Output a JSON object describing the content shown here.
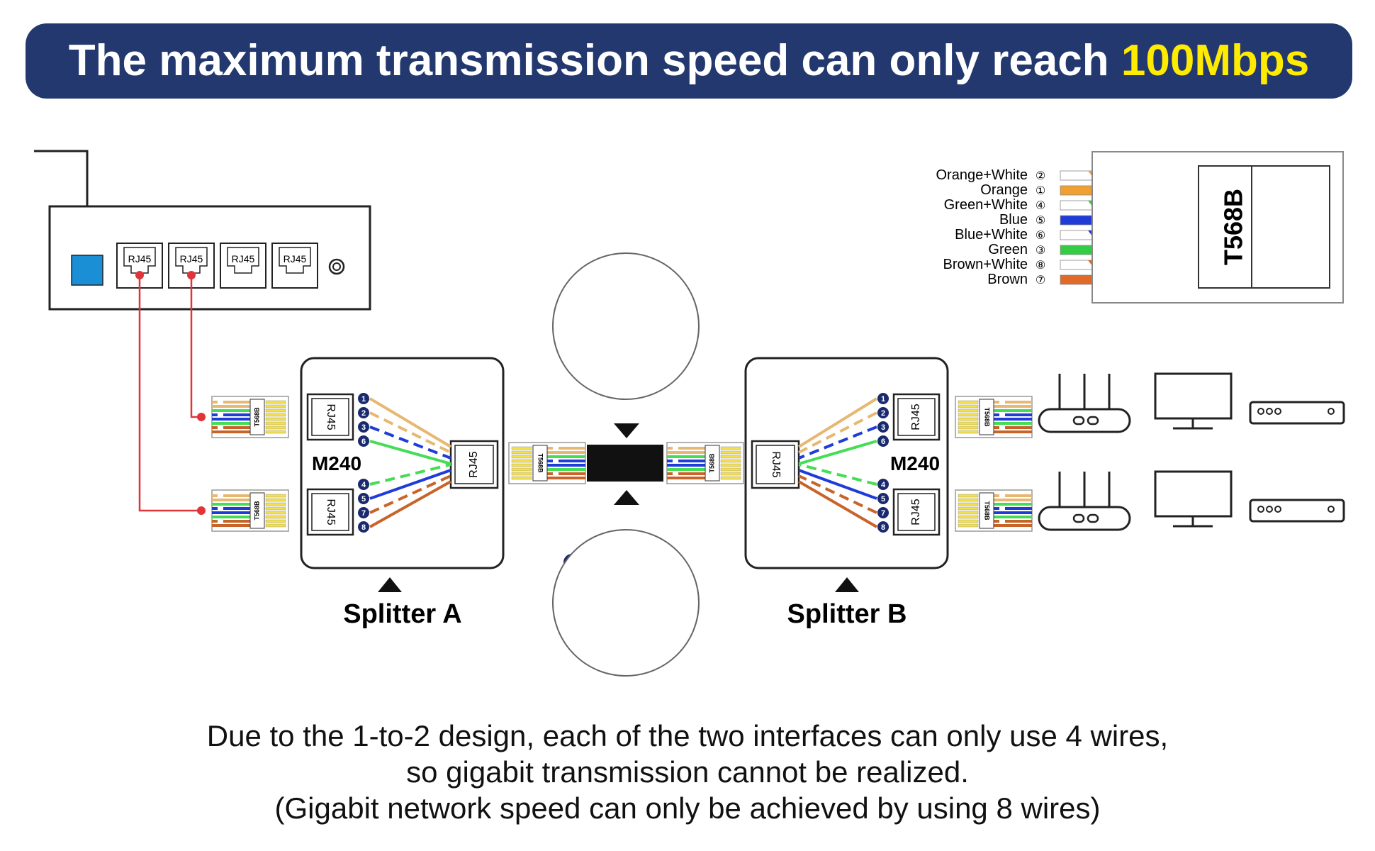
{
  "header": {
    "text": "The maximum transmission speed can only reach ",
    "highlight": "100Mbps",
    "highlight_color": "#ffeb00",
    "background": "#23386f"
  },
  "router": {
    "ports": [
      "RJ45",
      "RJ45",
      "RJ45",
      "RJ45"
    ]
  },
  "splitters": [
    {
      "name": "Splitter A",
      "model": "M240",
      "port_label": "RJ45"
    },
    {
      "name": "Splitter B",
      "model": "M240",
      "port_label": "RJ45"
    }
  ],
  "plug_label": "T568B",
  "legend": {
    "standard": "T568B",
    "wires": [
      {
        "name": "Orange+White",
        "pin": "②",
        "color": "#f0a030",
        "striped": true
      },
      {
        "name": "Orange",
        "pin": "①",
        "color": "#f0a030",
        "striped": false
      },
      {
        "name": "Green+White",
        "pin": "④",
        "color": "#33cc44",
        "striped": true
      },
      {
        "name": "Blue",
        "pin": "⑤",
        "color": "#1f3cd8",
        "striped": false
      },
      {
        "name": "Blue+White",
        "pin": "⑥",
        "color": "#1f3cd8",
        "striped": true
      },
      {
        "name": "Green",
        "pin": "③",
        "color": "#33cc44",
        "striped": false
      },
      {
        "name": "Brown+White",
        "pin": "⑧",
        "color": "#e06a2a",
        "striped": true
      },
      {
        "name": "Brown",
        "pin": "⑦",
        "color": "#e06a2a",
        "striped": false
      }
    ]
  },
  "pin_groups": {
    "top": [
      "1",
      "2",
      "3",
      "6"
    ],
    "bottom": [
      "4",
      "5",
      "7",
      "8"
    ]
  },
  "pair_colors": {
    "1": "#e6b873",
    "2": "#e6b873",
    "3": "#1f3cd8",
    "6": "#44dd55",
    "4": "#44dd55",
    "5": "#1f3cd8",
    "7": "#c8642a",
    "8": "#c8642a"
  },
  "caption": {
    "line1": "Due to the 1-to-2 design, each of the two interfaces can only use 4 wires,",
    "line2": "so gigabit transmission cannot be realized.",
    "line3": "(Gigabit network speed can only be achieved by using 8 wires)"
  }
}
